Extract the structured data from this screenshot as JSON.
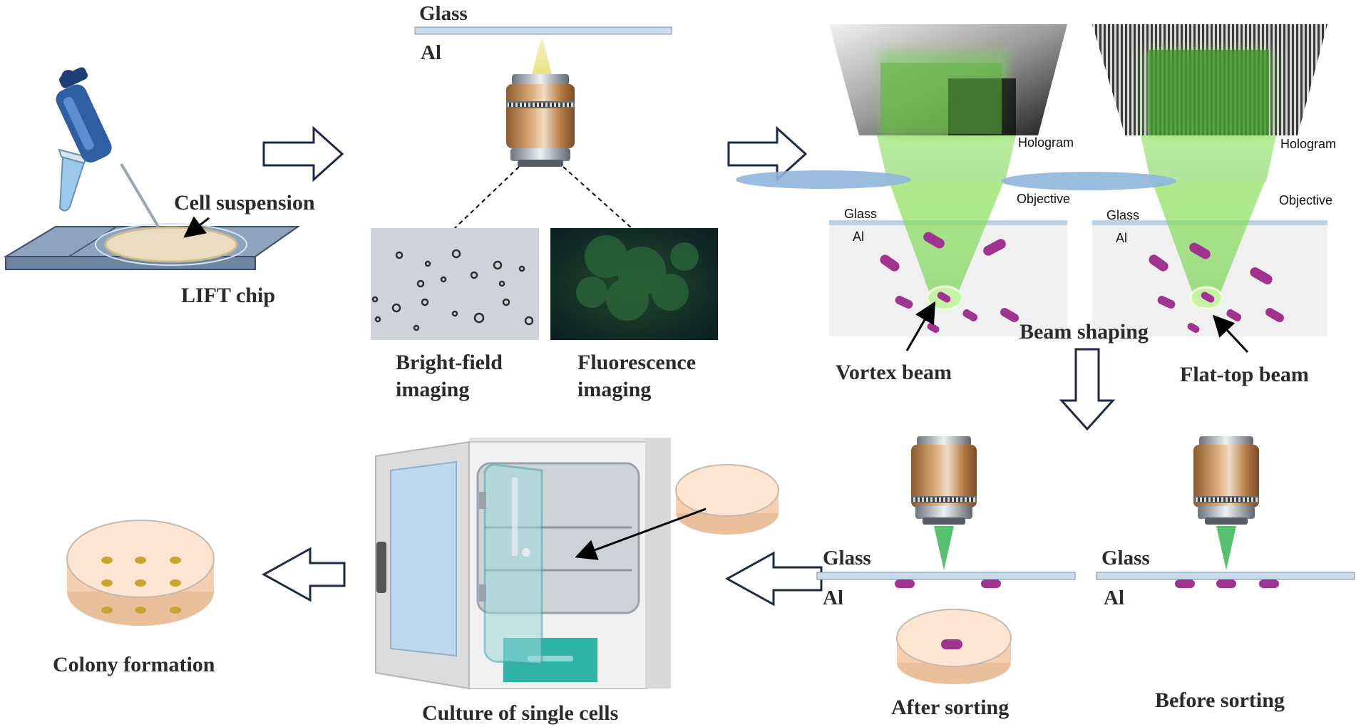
{
  "labels": {
    "cell_suspension": "Cell suspension",
    "lift_chip": "LIFT chip",
    "glass_top": "Glass",
    "al_top": "Al",
    "bright_field_1": "Bright-field",
    "bright_field_2": "imaging",
    "fluorescence_1": "Fluorescence",
    "fluorescence_2": "imaging",
    "hologram_left": "Hologram",
    "hologram_right": "Hologram",
    "objective_left": "Objective",
    "objective_right": "Objective",
    "glass_shaping_left": "Glass",
    "glass_shaping_right": "Glass",
    "al_shaping_left": "Al",
    "al_shaping_right": "Al",
    "beam_shaping": "Beam shaping",
    "vortex_beam": "Vortex beam",
    "flat_top_beam": "Flat-top beam",
    "glass_after": "Glass",
    "al_after": "Al",
    "glass_before": "Glass",
    "al_before": "Al",
    "after_sorting": "After sorting",
    "before_sorting": "Before sorting",
    "culture": "Culture of single cells",
    "colony": "Colony formation"
  },
  "colors": {
    "arrow_outline": "#1f2a44",
    "green_beam": "#7ed957",
    "cell_purple": "#a0338f",
    "glass_blue": "#b7d3ea",
    "dish_peach": "#f6cfb0",
    "colony_gold": "#c7a42a",
    "incubator_teal": "#2fb3a5",
    "objective_bronze": "#b07a45"
  },
  "icons": [
    "pipette-icon",
    "tube-icon",
    "objective-lens-icon",
    "petri-dish-icon",
    "incubator-icon",
    "hollow-arrow-icon"
  ]
}
